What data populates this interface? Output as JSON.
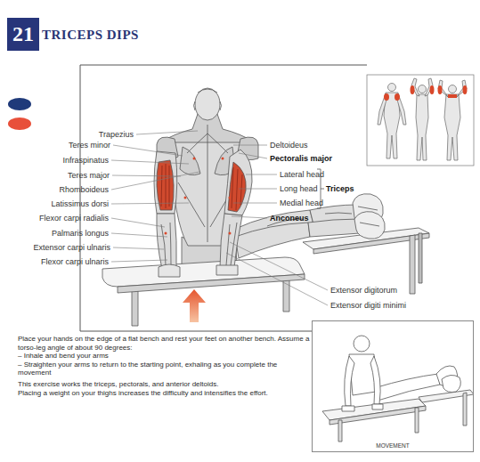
{
  "diagram": {
    "title": "TRICEPS DIPS",
    "nodes": [
      {
        "text": [
          "21"
        ]
      },
      {
        "text": [
          "MOVEMENT"
        ]
      }
    ],
    "labels": [
      "Trapezius",
      "Teres minor",
      "Infraspinatus",
      "Teres major",
      "Rhomboideus",
      "Latissimus dorsi",
      "Flexor carpi radialis",
      "Palmaris longus",
      "Extensor carpi ulnaris",
      "Flexor carpi ulnaris",
      "Deltoideus",
      "Pectoralis major",
      "Lateral head",
      "Long head",
      "Medial head",
      "Triceps",
      "Anconeus",
      "Extensor digitorum",
      "Extensor digiti minimi",
      "Place your hands on the edge of a flat bench and rest your feet on another bench. Assume a torso-leg angle of about 90 degrees:",
      "– Inhale and bend your arms",
      "– Straighten your arms to return to the starting point, exhaling as you complete the movement",
      "This exercise works the triceps, pectorals, and anterior deltoids.",
      "Placing a weight on your thighs increases the difficulty and intensifies the effort."
    ]
  }
}
